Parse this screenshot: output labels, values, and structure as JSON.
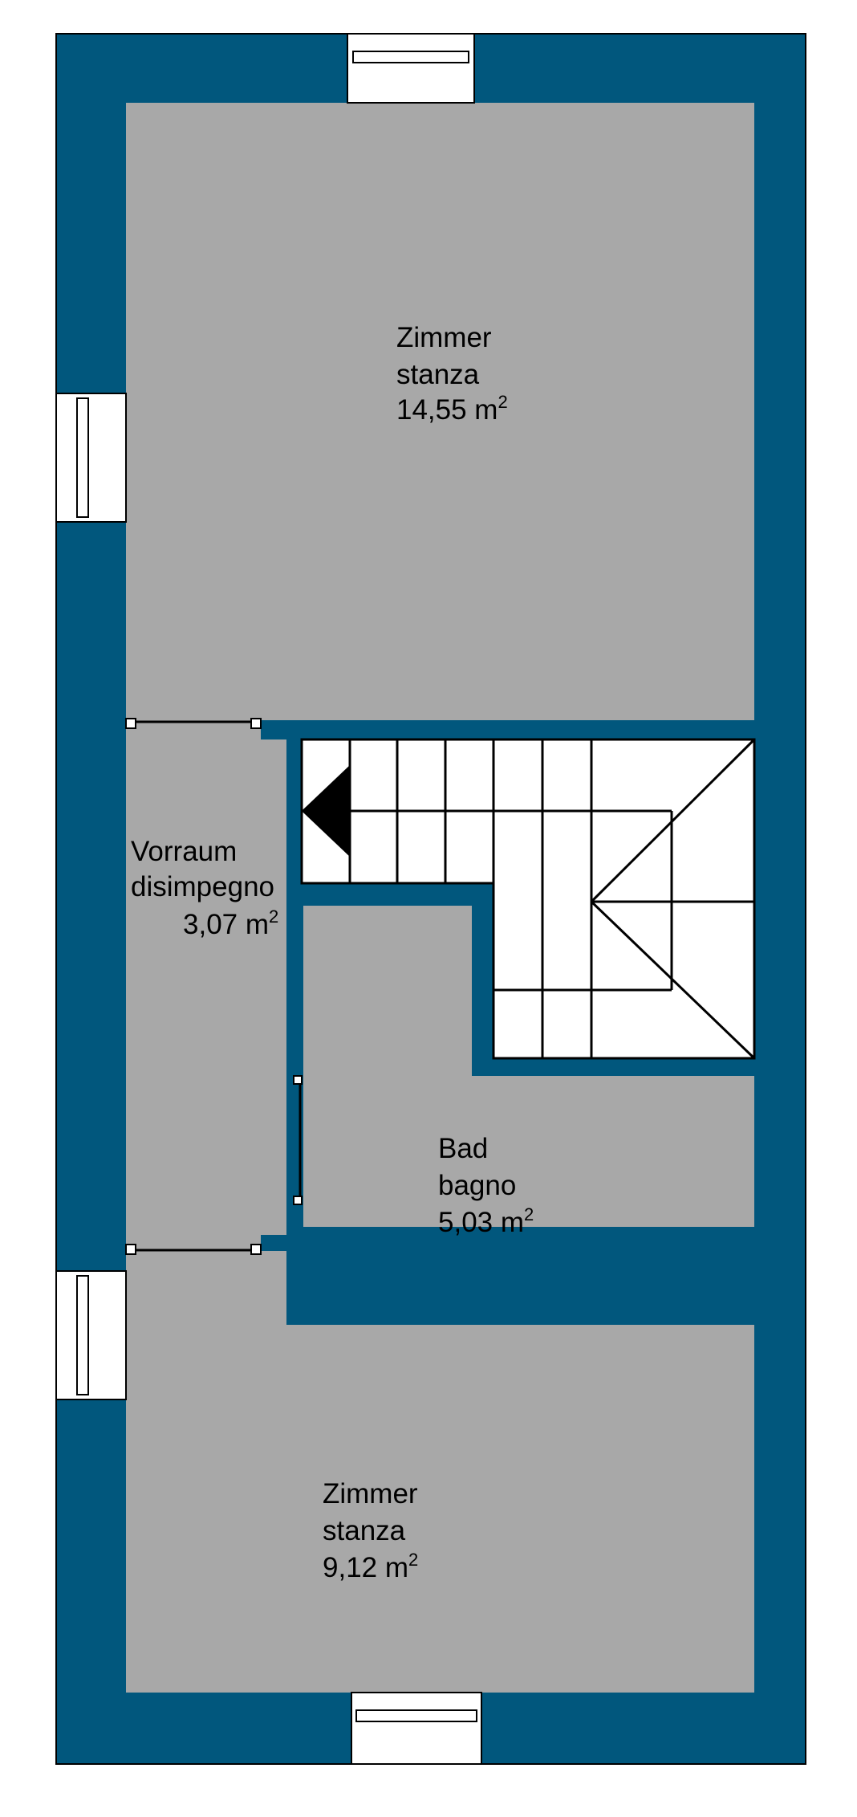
{
  "colors": {
    "wall": "#01577d",
    "floor": "#a8a8a8",
    "background": "#ffffff",
    "line": "#000000"
  },
  "rooms": [
    {
      "name_de": "Zimmer",
      "name_it": "stanza",
      "area": "14,55 m",
      "unit_sup": "2"
    },
    {
      "name_de": "Vorraum",
      "name_it": "disimpegno",
      "area": "3,07 m",
      "unit_sup": "2"
    },
    {
      "name_de": "Bad",
      "name_it": "bagno",
      "area": "5,03 m",
      "unit_sup": "2"
    },
    {
      "name_de": "Zimmer",
      "name_it": "stanza",
      "area": "9,12 m",
      "unit_sup": "2"
    }
  ]
}
